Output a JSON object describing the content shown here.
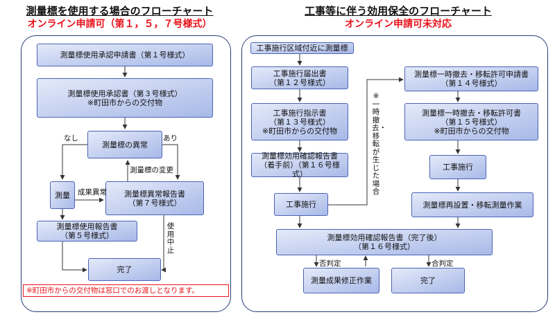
{
  "left": {
    "title": "測量標を使用する場合のフローチャート",
    "subtitle": "オンライン申請可（第１，５，７号様式）",
    "boxes": {
      "apply": [
        "測量標使用承認申請書（第１号様式）"
      ],
      "approval": [
        "測量標使用承認書（第３号様式）",
        "※町田市からの交付物"
      ],
      "anomaly": [
        "測量標の異常"
      ],
      "survey": [
        "測量"
      ],
      "anomaly_report": [
        "測量標異常報告書",
        "（第７号様式）"
      ],
      "use_report": [
        "測量標使用報告書",
        "（第５号様式）"
      ],
      "done": [
        "完了"
      ]
    },
    "labels": {
      "none": "なし",
      "yes": "あり",
      "change": "測量標の変更",
      "result_anomaly": "成果異常",
      "stop_use": "使用中止"
    },
    "note": "※町田市からの交付物は窓口でのお渡しとなります。"
  },
  "right": {
    "title": "工事等に伴う効用保全のフローチャート",
    "subtitle": "オンライン申請可未対応",
    "boxes": {
      "near": [
        "工事施行区域付近に測量標"
      ],
      "notice": [
        "工事施行届出書",
        "（第１２号様式）"
      ],
      "instruction": [
        "工事施行指示書",
        "（第１３号様式）",
        "※町田市からの交付物"
      ],
      "check_before": [
        "測量標効用確認報告書",
        "（着手前）（第１６号様式）"
      ],
      "construction": [
        "工事施行"
      ],
      "temp_apply": [
        "測量標一時撤去・移転許可申請書",
        "（第１４号様式）"
      ],
      "temp_permit": [
        "測量標一時撤去・移転許可書",
        "（第１５号様式）",
        "※町田市からの交付物"
      ],
      "construction2": [
        "工事施行"
      ],
      "reinstall": [
        "測量標再設置・移転測量作業"
      ],
      "check_after": [
        "測量標効用確認報告書（完了後）",
        "（第１６号様式）"
      ],
      "fix": [
        "測量成果修正作業"
      ],
      "done": [
        "完了"
      ]
    },
    "labels": {
      "side_note": "※一時撤去・移転が生じた場合",
      "fail": "否判定",
      "pass": "合判定"
    }
  }
}
